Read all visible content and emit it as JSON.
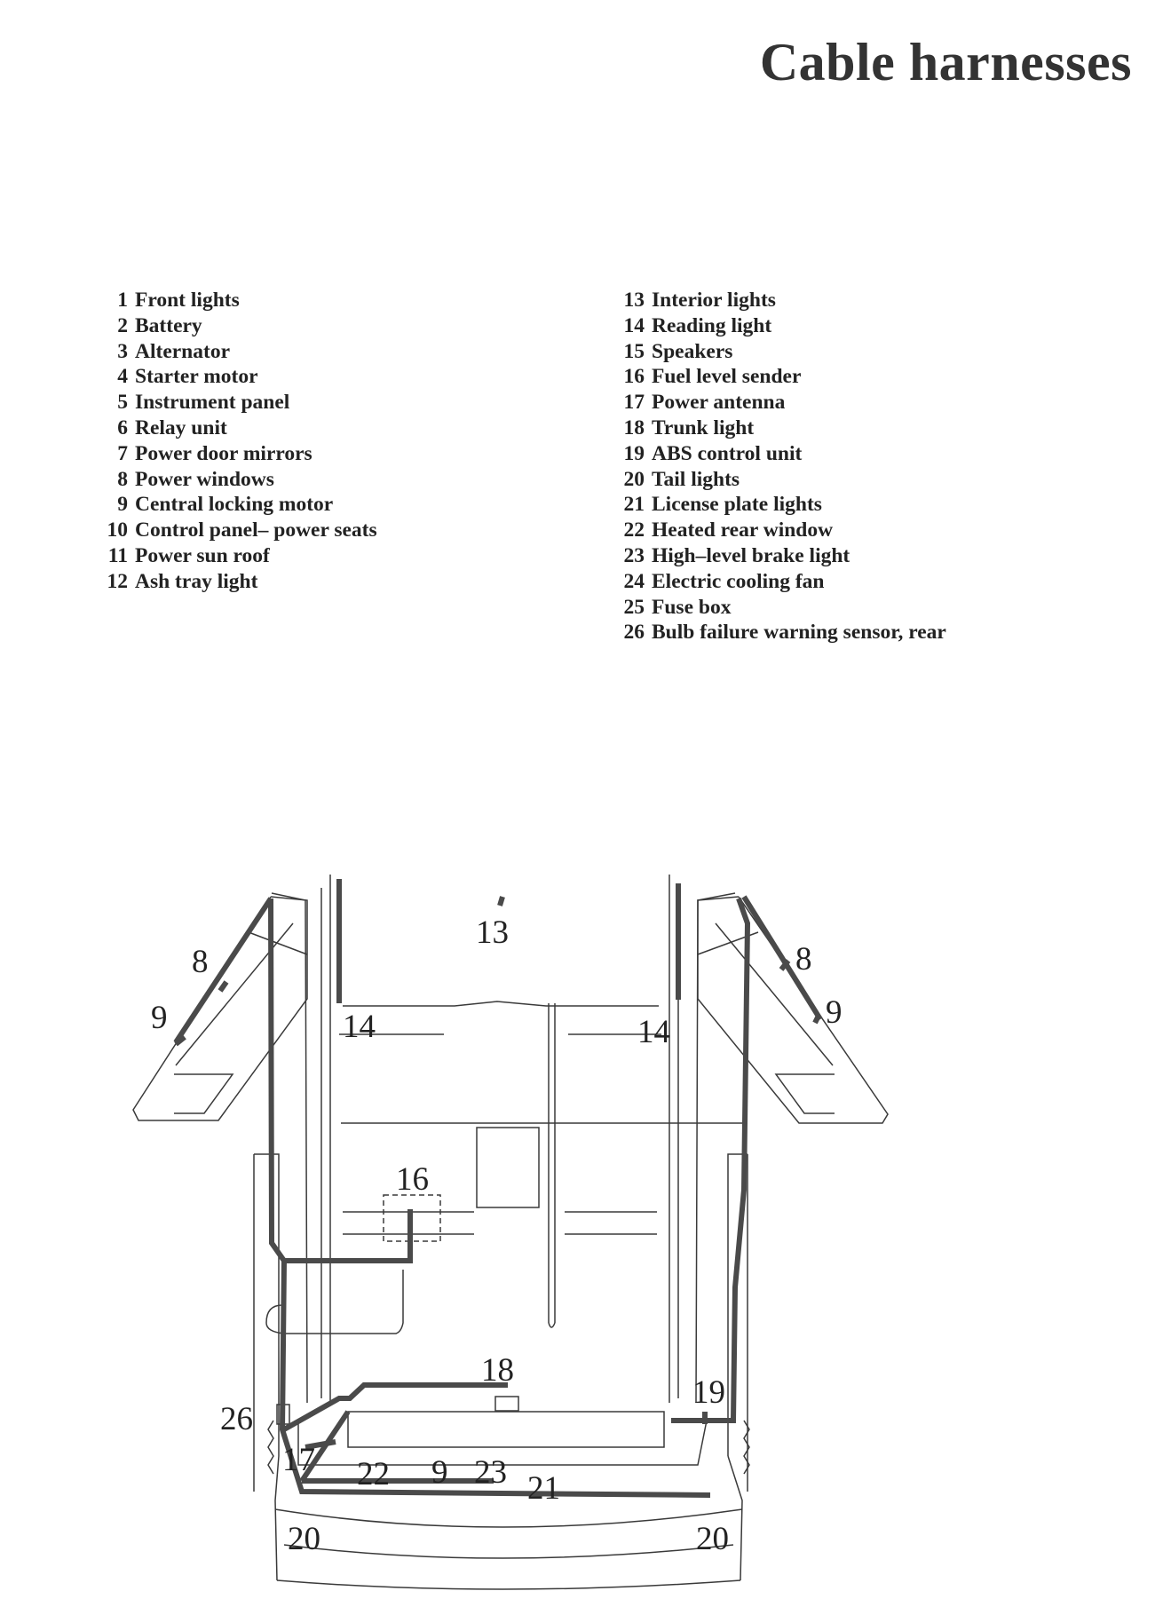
{
  "title": "Cable harnesses",
  "legend_left": [
    {
      "num": "1",
      "label": "Front lights"
    },
    {
      "num": "2",
      "label": "Battery"
    },
    {
      "num": "3",
      "label": "Alternator"
    },
    {
      "num": "4",
      "label": "Starter motor"
    },
    {
      "num": "5",
      "label": "Instrument panel"
    },
    {
      "num": "6",
      "label": "Relay unit"
    },
    {
      "num": "7",
      "label": "Power door mirrors"
    },
    {
      "num": "8",
      "label": "Power windows"
    },
    {
      "num": "9",
      "label": "Central locking motor"
    },
    {
      "num": "10",
      "label": "Control panel– power seats"
    },
    {
      "num": "11",
      "label": "Power sun roof"
    },
    {
      "num": "12",
      "label": "Ash tray light"
    }
  ],
  "legend_right": [
    {
      "num": "13",
      "label": "Interior lights"
    },
    {
      "num": "14",
      "label": "Reading light"
    },
    {
      "num": "15",
      "label": "Speakers"
    },
    {
      "num": "16",
      "label": "Fuel level sender"
    },
    {
      "num": "17",
      "label": "Power antenna"
    },
    {
      "num": "18",
      "label": "Trunk light"
    },
    {
      "num": "19",
      "label": "ABS control unit"
    },
    {
      "num": "20",
      "label": "Tail lights"
    },
    {
      "num": "21",
      "label": "License plate lights"
    },
    {
      "num": "22",
      "label": "Heated rear window"
    },
    {
      "num": "23",
      "label": "High–level brake light"
    },
    {
      "num": "24",
      "label": "Electric cooling fan"
    },
    {
      "num": "25",
      "label": "Fuse box"
    },
    {
      "num": "26",
      "label": "Bulb failure warning sensor, rear"
    }
  ],
  "diagram": {
    "callouts": {
      "c13": "13",
      "c8_left": "8",
      "c9_left": "9",
      "c14_left": "14",
      "c14_right": "14",
      "c8_right": "8",
      "c9_right": "9",
      "c16": "16",
      "c18": "18",
      "c19": "19",
      "c26": "26",
      "c17": "17",
      "c22": "22",
      "c9_rear": "9",
      "c23": "23",
      "c21": "21",
      "c20_left": "20",
      "c20_right": "20"
    }
  }
}
